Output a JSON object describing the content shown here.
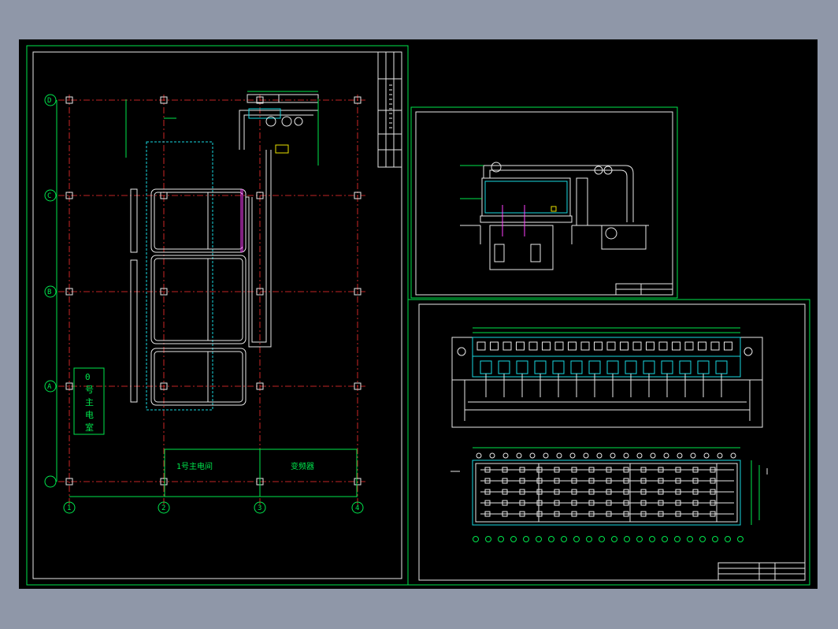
{
  "drawing": {
    "room_label": "0号主电室",
    "room_label_chars": [
      "0",
      "号",
      "主",
      "电",
      "室"
    ],
    "bottom_box_left": "1号主电间",
    "bottom_box_right": "变频器",
    "col_axes": [
      "1",
      "2",
      "3",
      "4"
    ],
    "row_axes": [
      "D",
      "C",
      "B",
      "A"
    ]
  },
  "colors": {
    "background": "#000000",
    "frame": "#00e64d",
    "axis": "#ff3030",
    "duct": "#ffffff",
    "accent": "#18d8e0"
  }
}
